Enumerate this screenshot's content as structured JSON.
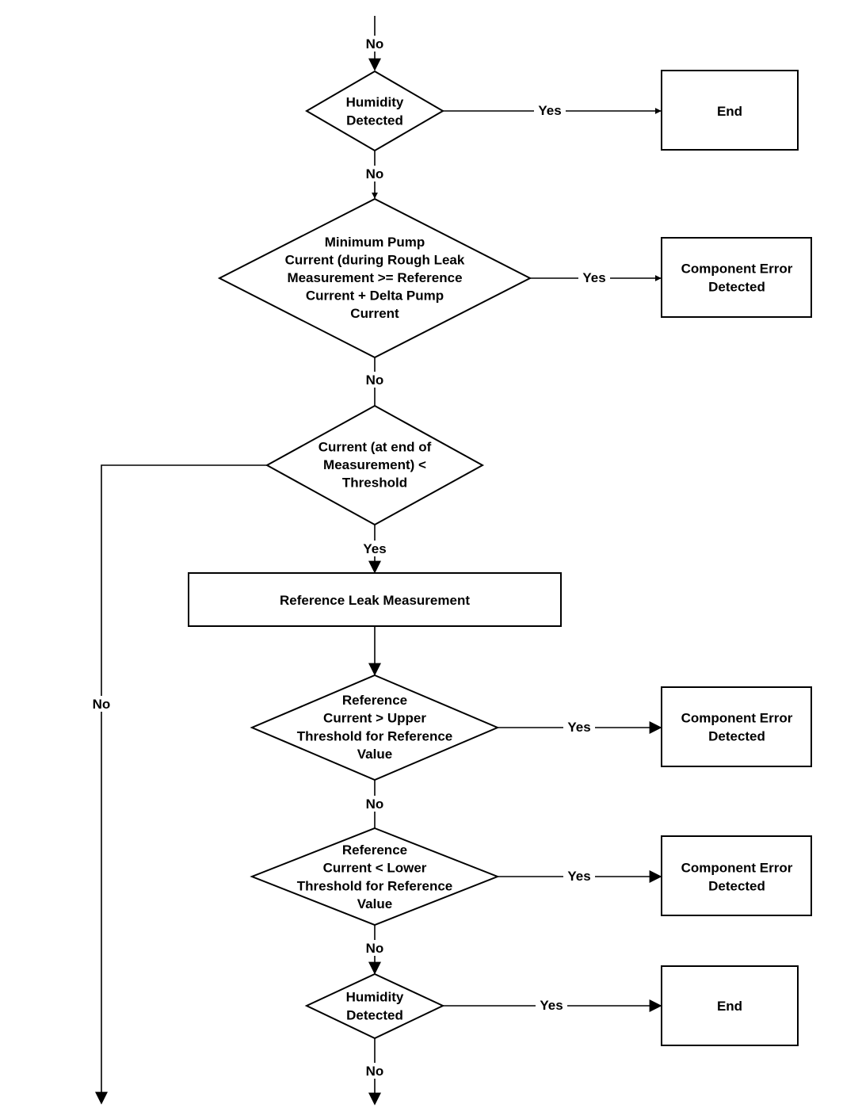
{
  "nodes": {
    "humidity_1": [
      "Humidity",
      "Detected"
    ],
    "end_1": [
      "End"
    ],
    "min_pump": [
      "Minimum Pump",
      "Current (during Rough Leak",
      "Measurement >= Reference",
      "Current + Delta Pump",
      "Current"
    ],
    "component_error_1": [
      "Component Error",
      "Detected"
    ],
    "current_threshold": [
      "Current (at end of",
      "Measurement) <",
      "Threshold"
    ],
    "reference_leak": [
      "Reference Leak Measurement"
    ],
    "ref_upper": [
      "Reference",
      "Current > Upper",
      "Threshold for Reference",
      "Value"
    ],
    "component_error_2": [
      "Component Error",
      "Detected"
    ],
    "ref_lower": [
      "Reference",
      "Current < Lower",
      "Threshold for Reference",
      "Value"
    ],
    "component_error_3": [
      "Component Error",
      "Detected"
    ],
    "humidity_2": [
      "Humidity",
      "Detected"
    ],
    "end_2": [
      "End"
    ]
  },
  "edge_labels": {
    "top_no": "No",
    "humidity_1_yes": "Yes",
    "humidity_1_no": "No",
    "min_pump_yes": "Yes",
    "min_pump_no": "No",
    "current_threshold_yes": "Yes",
    "current_threshold_no": "No",
    "ref_upper_yes": "Yes",
    "ref_upper_no": "No",
    "ref_lower_yes": "Yes",
    "ref_lower_no": "No",
    "humidity_2_yes": "Yes",
    "humidity_2_no": "No"
  }
}
